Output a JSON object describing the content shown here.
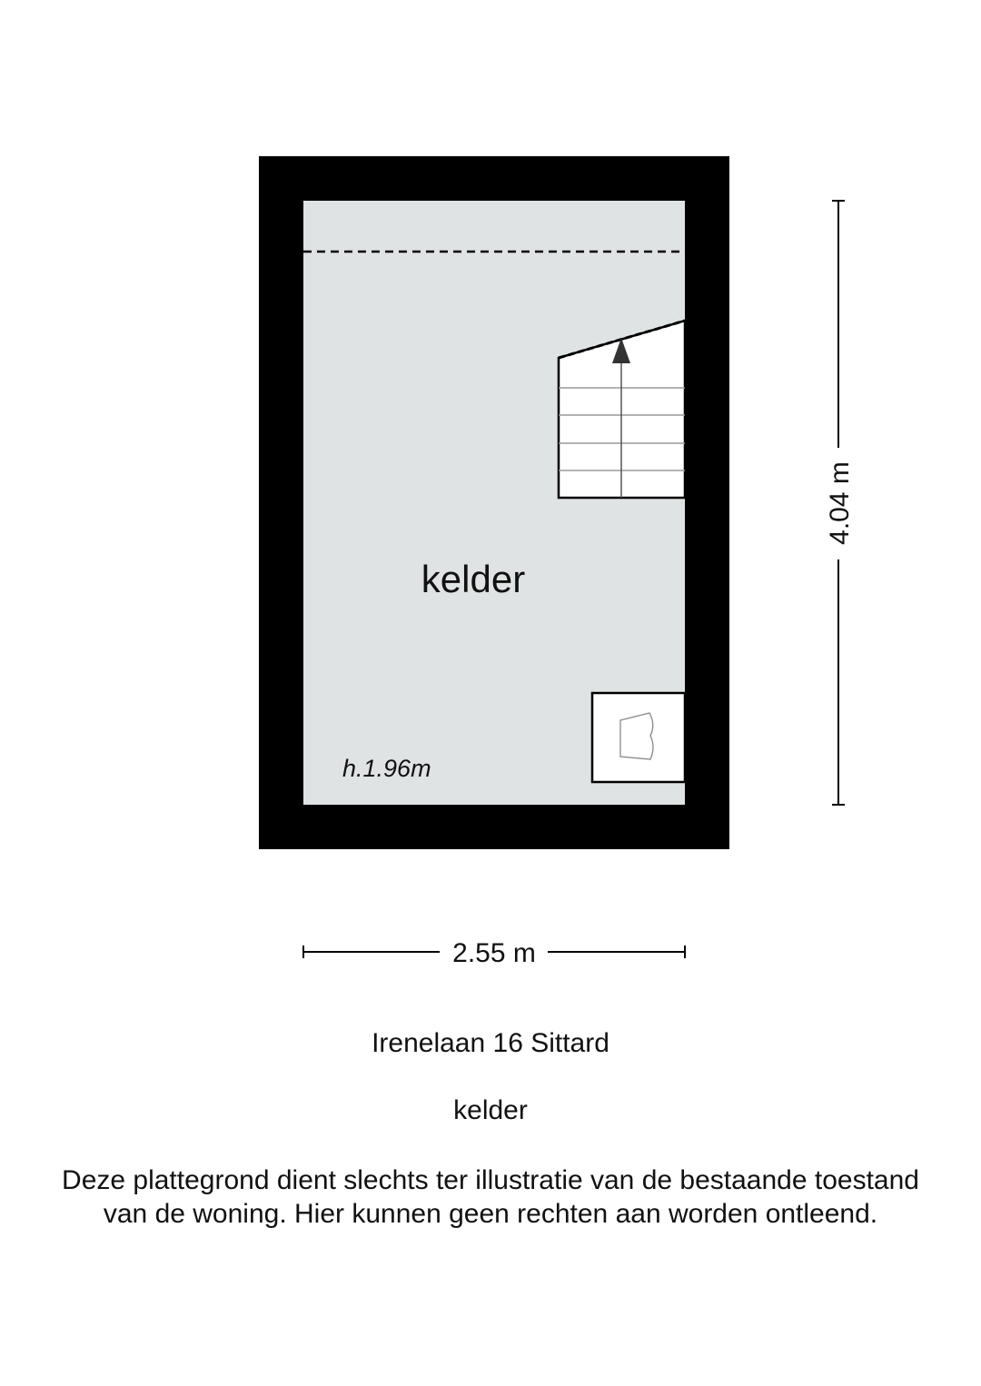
{
  "floorplan": {
    "room_label": "kelder",
    "ceiling_height": "h.1.96m",
    "dimension_height": "4.04 m",
    "dimension_width": "2.55 m"
  },
  "footer": {
    "address": "Irenelaan 16 Sittard",
    "floor_name": "kelder",
    "disclaimer_line1": "Deze plattegrond dient slechts ter illustratie van de bestaande toestand",
    "disclaimer_line2": "van de woning. Hier kunnen geen rechten aan worden ontleend."
  },
  "colors": {
    "wall": "#000000",
    "floor": "#dfe3e3",
    "background": "#ffffff"
  }
}
